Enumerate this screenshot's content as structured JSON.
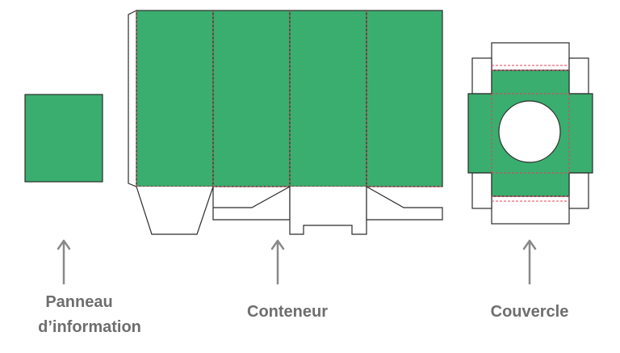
{
  "labels": {
    "info_panel_line1": "Panneau",
    "info_panel_line2": "d’information",
    "container": "Conteneur",
    "lid": "Couvercle"
  },
  "colors": {
    "panel_fill": "#3aae6e",
    "outline": "#2b2b2b",
    "fold_line": "#e0405a",
    "arrow": "#8a8a8a",
    "label_text": "#6e6e6e"
  }
}
